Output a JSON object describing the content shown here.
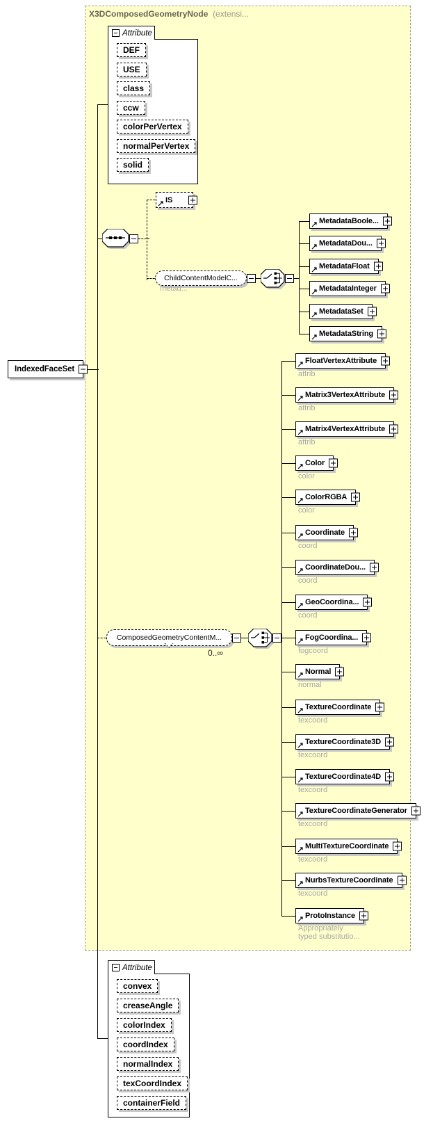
{
  "diagram": {
    "header": {
      "title": "X3DComposedGeometryNode",
      "suffix": "(extensi..."
    },
    "root": {
      "label": "IndexedFaceSet"
    },
    "top_attribute_group": {
      "header": "Attribute",
      "items": [
        "DEF",
        "USE",
        "class",
        "ccw",
        "colorPerVertex",
        "normalPerVertex",
        "solid"
      ]
    },
    "is_element": {
      "label": "IS"
    },
    "child_content_model": {
      "label": "ChildContentModelC...",
      "sublabel": "metad..."
    },
    "metadata_children": [
      "MetadataBoole...",
      "MetadataDou...",
      "MetadataFloat",
      "MetadataInteger",
      "MetadataSet",
      "MetadataString"
    ],
    "composed_geometry_group": {
      "label": "ComposedGeometryContentM...",
      "multiplicity": "0..∞"
    },
    "children": [
      {
        "name": "FloatVertexAttribute",
        "sub": "attrib"
      },
      {
        "name": "Matrix3VertexAttribute",
        "sub": "attrib"
      },
      {
        "name": "Matrix4VertexAttribute",
        "sub": "attrib"
      },
      {
        "name": "Color",
        "sub": "color"
      },
      {
        "name": "ColorRGBA",
        "sub": "color"
      },
      {
        "name": "Coordinate",
        "sub": "coord"
      },
      {
        "name": "CoordinateDou...",
        "sub": "coord"
      },
      {
        "name": "GeoCoordina...",
        "sub": "coord"
      },
      {
        "name": "FogCoordina...",
        "sub": "fogcoord"
      },
      {
        "name": "Normal",
        "sub": "normal"
      },
      {
        "name": "TextureCoordinate",
        "sub": "texcoord"
      },
      {
        "name": "TextureCoordinate3D",
        "sub": "texcoord"
      },
      {
        "name": "TextureCoordinate4D",
        "sub": "texcoord"
      },
      {
        "name": "TextureCoordinateGenerator",
        "sub": "texcoord"
      },
      {
        "name": "MultiTextureCoordinate",
        "sub": "texcoord"
      },
      {
        "name": "NurbsTextureCoordinate",
        "sub": "texcoord"
      },
      {
        "name": "ProtoInstance",
        "sub_line1": "Appropriately",
        "sub_line2": "typed substitutio..."
      }
    ],
    "bottom_attribute_group": {
      "header": "Attribute",
      "items": [
        "convex",
        "creaseAngle",
        "colorIndex",
        "coordIndex",
        "normalIndex",
        "texCoordIndex",
        "containerField"
      ]
    },
    "colors": {
      "container_bg": "#FFFFCC",
      "box_shadow": "#C8C8C8",
      "muted_text": "#A8A8A8",
      "header_title": "#666655",
      "header_suffix": "#999988"
    }
  }
}
